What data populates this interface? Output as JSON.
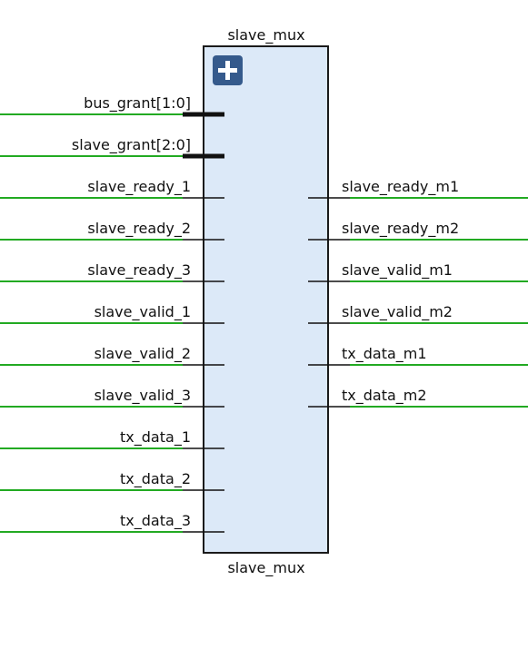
{
  "block": {
    "name_top": "slave_mux",
    "name_bottom": "slave_mux",
    "expand_icon": "plus-icon"
  },
  "left_ports": [
    {
      "label": "bus_grant[1:0]",
      "bus": true
    },
    {
      "label": "slave_grant[2:0]",
      "bus": true
    },
    {
      "label": "slave_ready_1",
      "bus": false
    },
    {
      "label": "slave_ready_2",
      "bus": false
    },
    {
      "label": "slave_ready_3",
      "bus": false
    },
    {
      "label": "slave_valid_1",
      "bus": false
    },
    {
      "label": "slave_valid_2",
      "bus": false
    },
    {
      "label": "slave_valid_3",
      "bus": false
    },
    {
      "label": "tx_data_1",
      "bus": false
    },
    {
      "label": "tx_data_2",
      "bus": false
    },
    {
      "label": "tx_data_3",
      "bus": false
    }
  ],
  "right_ports": [
    {
      "label": "slave_ready_m1",
      "bus": false
    },
    {
      "label": "slave_ready_m2",
      "bus": false
    },
    {
      "label": "slave_valid_m1",
      "bus": false
    },
    {
      "label": "slave_valid_m2",
      "bus": false
    },
    {
      "label": "tx_data_m1",
      "bus": false
    },
    {
      "label": "tx_data_m2",
      "bus": false
    }
  ],
  "colors": {
    "wire": "#22aa22",
    "block_fill": "#dce9f8",
    "block_stroke": "#1a1a1a",
    "pin": "#111111",
    "icon_bg": "#355a8c"
  }
}
